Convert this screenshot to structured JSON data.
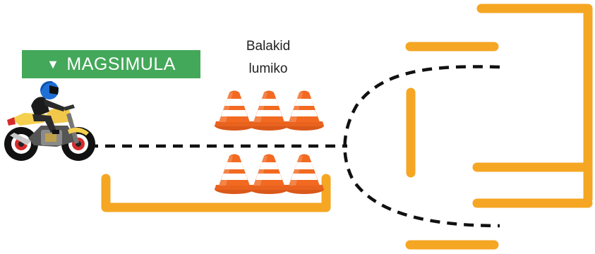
{
  "start_button": {
    "icon": "play-triangle-icon",
    "symbol": "▼",
    "label": "MAGSIMULA"
  },
  "cue_text": {
    "line1": "Balakid",
    "line2": "lumiko"
  },
  "colors": {
    "button_green": "#44a85a",
    "track_orange": "#f5a623",
    "path_dash": "#111111",
    "cone_orange": "#f26a21",
    "cone_stripe": "#ffffff"
  },
  "scene": {
    "vehicle": "motorcycle-with-rider",
    "cone_rows": [
      {
        "count": 3
      },
      {
        "count": 3
      }
    ],
    "path": "straight-then-turn"
  }
}
